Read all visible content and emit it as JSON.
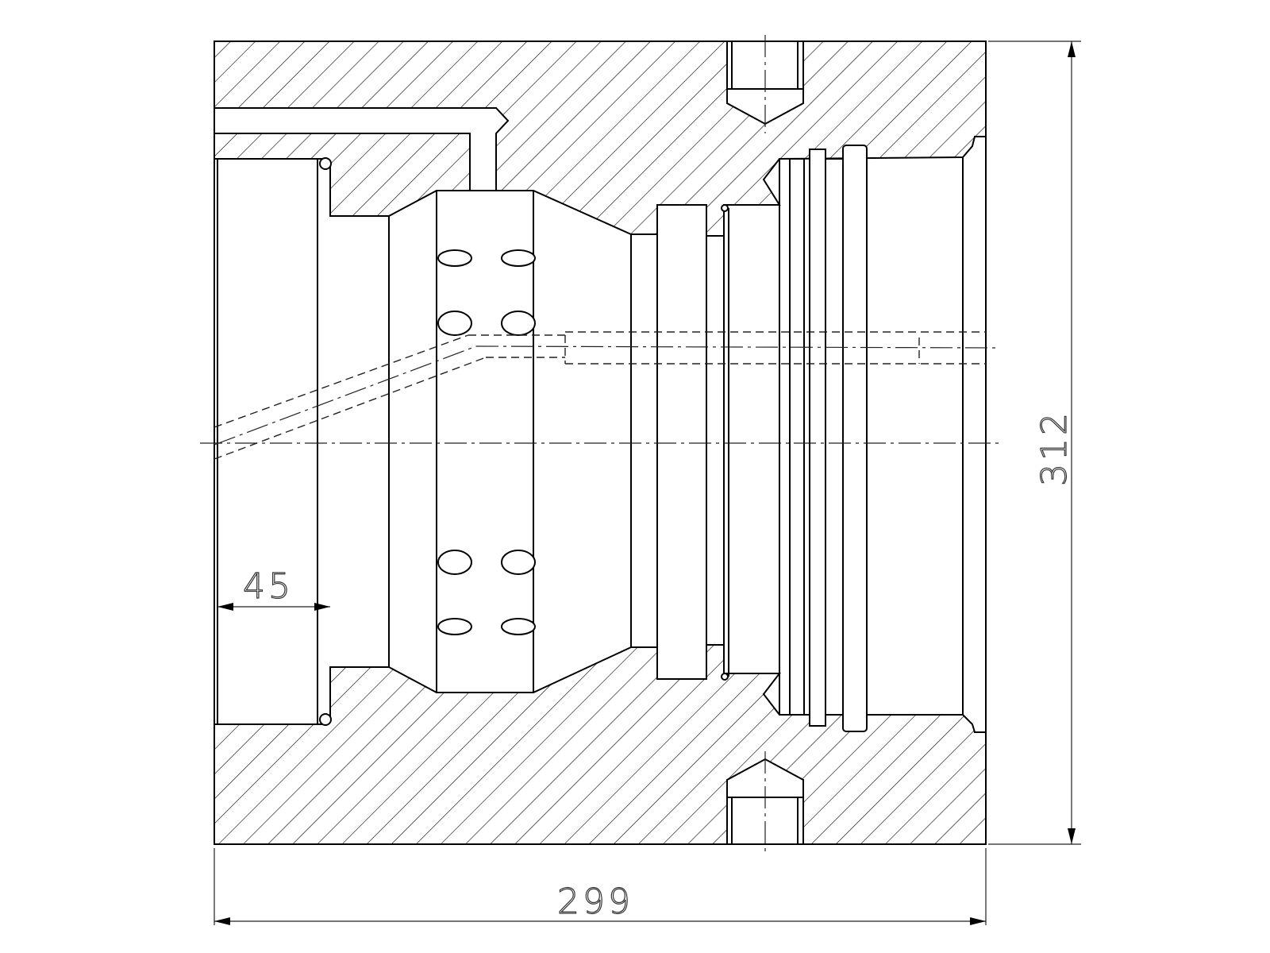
{
  "dimensions": {
    "width": "299",
    "height": "312",
    "bore_depth": "45"
  }
}
